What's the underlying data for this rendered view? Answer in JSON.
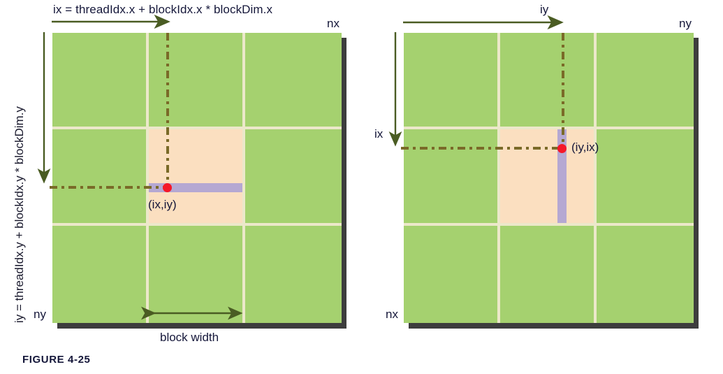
{
  "figure": {
    "caption": "FIGURE 4-25",
    "accent_green": "#a5d16f",
    "accent_orange": "#fbdfc0",
    "accent_purple": "#b5a8d2",
    "accent_red": "#f51728",
    "accent_guide": "#7a6a28",
    "accent_arrow": "#4a5c23",
    "grid_gap": "#ece8ca",
    "shadow": "#3d3d3d"
  },
  "left_panel": {
    "top_formula": "ix = threadIdx.x + blockIdx.x * blockDim.x",
    "side_formula": "iy = threadIdx.y + blockIdx.y * blockDim.y",
    "top_right_label": "nx",
    "bottom_left_label": "ny",
    "point_label": "(ix,iy)",
    "block_width_label": "block width",
    "columns": 3,
    "rows": 3,
    "highlight_block": {
      "col": 1,
      "row": 1
    },
    "thread_orientation": "horizontal"
  },
  "right_panel": {
    "top_label": "iy",
    "side_label": "ix",
    "top_right_label": "ny",
    "bottom_left_label": "nx",
    "point_label": "(iy,ix)",
    "columns": 3,
    "rows": 3,
    "highlight_block": {
      "col": 1,
      "row": 1
    },
    "thread_orientation": "vertical"
  }
}
